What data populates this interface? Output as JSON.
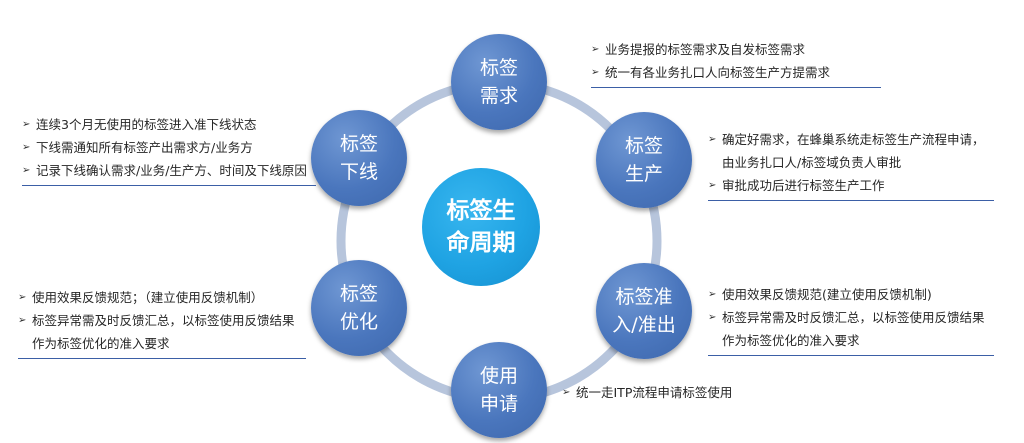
{
  "center": {
    "line1": "标签生",
    "line2": "命周期"
  },
  "stages": [
    {
      "line1": "标签",
      "line2": "需求"
    },
    {
      "line1": "标签",
      "line2": "生产"
    },
    {
      "line1": "标签准",
      "line2": "入/准出"
    },
    {
      "line1": "使用",
      "line2": "申请"
    },
    {
      "line1": "标签",
      "line2": "优化"
    },
    {
      "line1": "标签",
      "line2": "下线"
    }
  ],
  "notes": {
    "demand": [
      "业务提报的标签需求及自发标签需求",
      "统一有各业务扎口人向标签生产方提需求"
    ],
    "production": [
      "确定好需求，在蜂巢系统走标签生产流程申请，由业务扎口人/标签域负责人审批",
      "审批成功后进行标签生产工作"
    ],
    "admission": [
      "使用效果反馈规范(建立使用反馈机制)",
      "标签异常需及时反馈汇总，以标签使用反馈结果作为标签优化的准入要求"
    ],
    "apply": [
      "统一走ITP流程申请标签使用"
    ],
    "optimize": [
      "使用效果反馈规范；（建立使用反馈机制）",
      "标签异常需及时反馈汇总，以标签使用反馈结果作为标签优化的准入要求"
    ],
    "offline": [
      "连续3个月无使用的标签进入准下线状态",
      "下线需通知所有标签产出需求方/业务方",
      "记录下线确认需求/业务/生产方、时间及下线原因"
    ]
  },
  "colors": {
    "node": "#4a76bd",
    "center": "#1fa3e3",
    "ring": "#b7c5dc",
    "underline": "#3b5fa6"
  }
}
